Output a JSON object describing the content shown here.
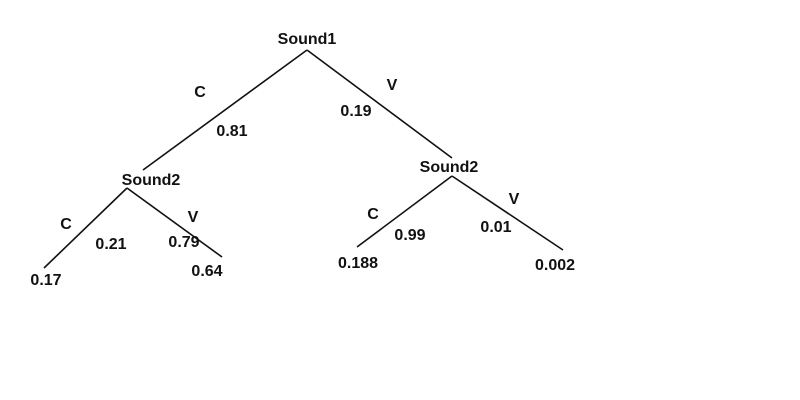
{
  "tree": {
    "root": {
      "label": "Sound1"
    },
    "left": {
      "branch_letter": "C",
      "branch_prob": "0.81",
      "node_label": "Sound2",
      "c_letter": "C",
      "c_prob": "0.21",
      "c_leaf": "0.17",
      "v_letter": "V",
      "v_prob": "0.79",
      "v_leaf": "0.64"
    },
    "right": {
      "branch_letter": "V",
      "branch_prob": "0.19",
      "node_label": "Sound2",
      "c_letter": "C",
      "c_prob": "0.99",
      "c_leaf": "0.188",
      "v_letter": "V",
      "v_prob": "0.01",
      "v_leaf": "0.002"
    }
  }
}
